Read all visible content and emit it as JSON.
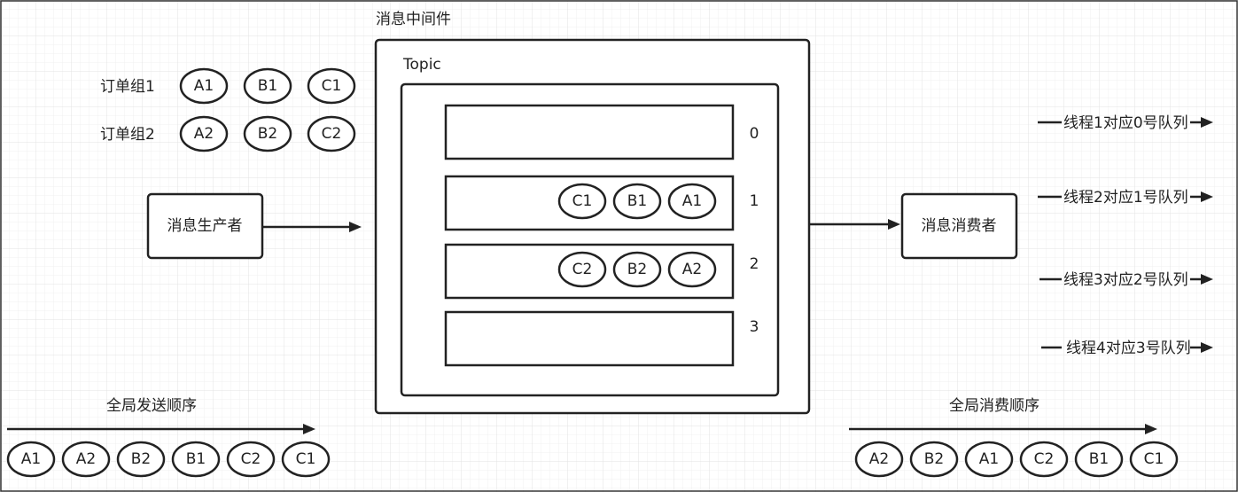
{
  "middleware_label": "消息中间件",
  "topic_label": "Topic",
  "order_groups": [
    {
      "label": "订单组1",
      "messages": [
        "A1",
        "B1",
        "C1"
      ]
    },
    {
      "label": "订单组2",
      "messages": [
        "A2",
        "B2",
        "C2"
      ]
    }
  ],
  "producer_label": "消息生产者",
  "consumer_label": "消息消费者",
  "queues": [
    {
      "id": "0",
      "messages": []
    },
    {
      "id": "1",
      "messages": [
        "C1",
        "B1",
        "A1"
      ]
    },
    {
      "id": "2",
      "messages": [
        "C2",
        "B2",
        "A2"
      ]
    },
    {
      "id": "3",
      "messages": []
    }
  ],
  "threads": [
    "线程1对应0号队列",
    "线程2对应1号队列",
    "线程3对应2号队列",
    "线程4对应3号队列"
  ],
  "send_order": {
    "label": "全局发送顺序",
    "messages": [
      "A1",
      "A2",
      "B2",
      "B1",
      "C2",
      "C1"
    ]
  },
  "consume_order": {
    "label": "全局消费顺序",
    "messages": [
      "A2",
      "B2",
      "A1",
      "C2",
      "B1",
      "C1"
    ]
  }
}
